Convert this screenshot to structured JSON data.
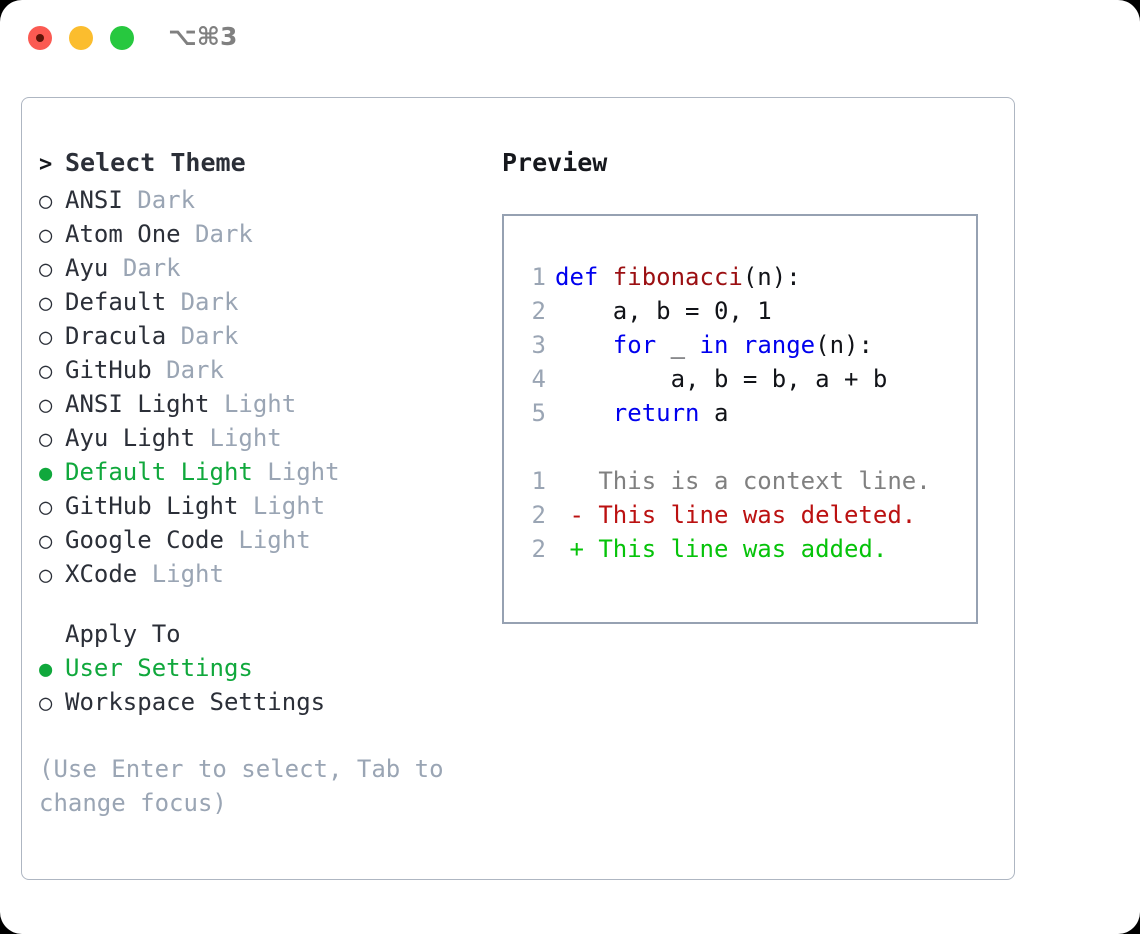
{
  "titlebar": {
    "lights": [
      {
        "name": "close-button",
        "color": "#fb5a52"
      },
      {
        "name": "minimize-button",
        "color": "#fbbd2e"
      },
      {
        "name": "maximize-button",
        "color": "#27c83f"
      }
    ],
    "shortcut": "⌥⌘3"
  },
  "theme_picker": {
    "header_marker": ">",
    "header": "Select Theme",
    "marker_selected": "●",
    "marker_unselected": "○",
    "items": [
      {
        "marker": "○",
        "label": "ANSI",
        "tag": "Dark",
        "selected": false
      },
      {
        "marker": "○",
        "label": "Atom One",
        "tag": "Dark",
        "selected": false
      },
      {
        "marker": "○",
        "label": "Ayu",
        "tag": "Dark",
        "selected": false
      },
      {
        "marker": "○",
        "label": "Default",
        "tag": "Dark",
        "selected": false
      },
      {
        "marker": "○",
        "label": "Dracula",
        "tag": "Dark",
        "selected": false
      },
      {
        "marker": "○",
        "label": "GitHub",
        "tag": "Dark",
        "selected": false
      },
      {
        "marker": "○",
        "label": "ANSI Light",
        "tag": "Light",
        "selected": false
      },
      {
        "marker": "○",
        "label": "Ayu Light",
        "tag": "Light",
        "selected": false
      },
      {
        "marker": "●",
        "label": "Default Light",
        "tag": "Light",
        "selected": true
      },
      {
        "marker": "○",
        "label": "GitHub Light",
        "tag": "Light",
        "selected": false
      },
      {
        "marker": "○",
        "label": "Google Code",
        "tag": "Light",
        "selected": false
      },
      {
        "marker": "○",
        "label": "XCode",
        "tag": "Light",
        "selected": false
      }
    ]
  },
  "apply_to": {
    "title": "Apply To",
    "items": [
      {
        "marker": "●",
        "label": "User Settings",
        "selected": true
      },
      {
        "marker": "○",
        "label": "Workspace Settings",
        "selected": false
      }
    ]
  },
  "hint": {
    "line1": "(Use Enter to select, Tab to",
    "line2": "change focus)"
  },
  "preview": {
    "title": "Preview",
    "code_lines": [
      {
        "num": "1",
        "tokens": [
          {
            "text": "def ",
            "kind": "kw"
          },
          {
            "text": "fibonacci",
            "kind": "fn"
          },
          {
            "text": "(n):",
            "kind": "plain"
          }
        ]
      },
      {
        "num": "2",
        "tokens": [
          {
            "text": "    a, b = 0, 1",
            "kind": "plain"
          }
        ]
      },
      {
        "num": "3",
        "tokens": [
          {
            "text": "    ",
            "kind": "plain"
          },
          {
            "text": "for",
            "kind": "kw"
          },
          {
            "text": " _ ",
            "kind": "plain"
          },
          {
            "text": "in",
            "kind": "kw"
          },
          {
            "text": " ",
            "kind": "plain"
          },
          {
            "text": "range",
            "kind": "kw"
          },
          {
            "text": "(n):",
            "kind": "plain"
          }
        ]
      },
      {
        "num": "4",
        "tokens": [
          {
            "text": "        a, b = b, a + b",
            "kind": "plain"
          }
        ]
      },
      {
        "num": "5",
        "tokens": [
          {
            "text": "    ",
            "kind": "plain"
          },
          {
            "text": "return",
            "kind": "kw"
          },
          {
            "text": " a",
            "kind": "plain"
          }
        ]
      }
    ],
    "diff_lines": [
      {
        "num": "1",
        "text": "   This is a context line.",
        "kind": "ctx"
      },
      {
        "num": "2",
        "text": " - This line was deleted.",
        "kind": "del"
      },
      {
        "num": "2",
        "text": " + This line was added.",
        "kind": "add"
      }
    ]
  },
  "colors": {
    "accent_green": "#10a83c",
    "muted": "#9aa5b4",
    "keyword_blue": "#0000ee",
    "function_red": "#9b0f12",
    "diff_add": "#06c30a",
    "diff_del": "#bb1111",
    "border": "#aeb6c2"
  }
}
